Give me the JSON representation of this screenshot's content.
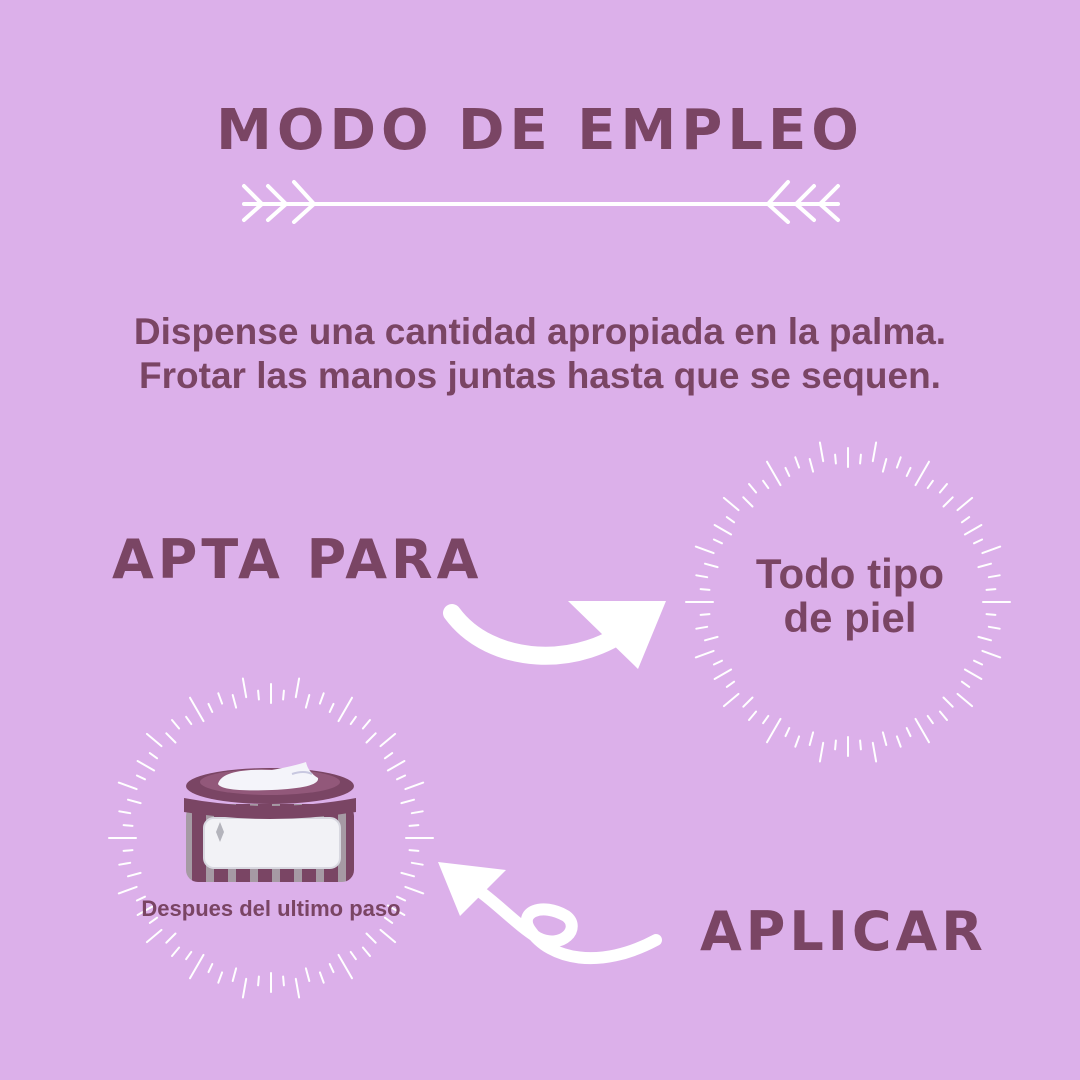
{
  "header": {
    "title": "MODO DE EMPLEO"
  },
  "instructions": {
    "line1": "Dispense una cantidad apropiada en la palma.",
    "line2": "Frotar las manos juntas hasta que se sequen."
  },
  "suitable": {
    "label": "APTA PARA",
    "value_line1": "Todo tipo",
    "value_line2": "de piel"
  },
  "apply": {
    "label": "APLICAR",
    "caption": "Despues del ultimo paso"
  },
  "colors": {
    "background": "#dcb0ea",
    "text": "#7a4564",
    "accent": "#ffffff"
  },
  "icons": [
    "arrow-divider-icon",
    "curved-arrow-icon",
    "loop-arrow-icon",
    "sunburst-icon",
    "cream-jar-icon"
  ]
}
